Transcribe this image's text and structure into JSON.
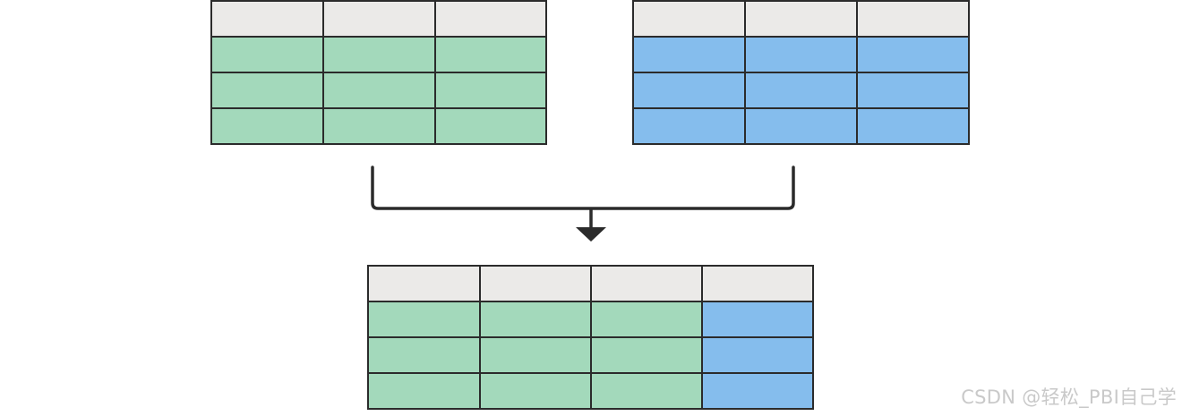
{
  "colors": {
    "header": "#ebeae8",
    "green": "#a3d9bb",
    "blue": "#85bded",
    "border": "#2b2b2b",
    "arrow": "#2b2b2b",
    "watermark": "#c9c9c9"
  },
  "tables": {
    "left_source": {
      "columns": 3,
      "header_rows": 1,
      "body_rows": 3,
      "column_colors": [
        "green",
        "green",
        "green"
      ]
    },
    "right_source": {
      "columns": 3,
      "header_rows": 1,
      "body_rows": 3,
      "column_colors": [
        "blue",
        "blue",
        "blue"
      ]
    },
    "merged_result": {
      "columns": 4,
      "header_rows": 1,
      "body_rows": 3,
      "column_colors": [
        "green",
        "green",
        "green",
        "blue"
      ]
    }
  },
  "connector": {
    "icon": "merge-down-arrow-icon"
  },
  "watermark": {
    "text": "CSDN @轻松_PBI自己学"
  }
}
